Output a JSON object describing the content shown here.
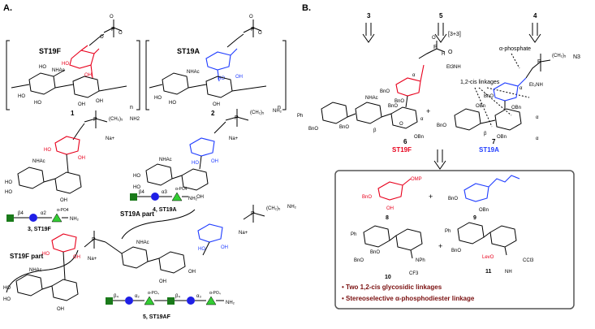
{
  "panel_a": {
    "label": "A.",
    "st19f": "ST19F",
    "st19a": "ST19A",
    "n": "n",
    "nhac": "NHAc",
    "ho": "HO",
    "oh": "OH",
    "cmpd1": "1",
    "cmpd2": "2",
    "cmpd3": "3, ST19F",
    "cmpd4": "4, ST19A",
    "cmpd5": "5, ST19AF",
    "na": "Na+",
    "nh2": "NH2",
    "st19a_part": "ST19A part",
    "st19f_part": "ST19F part",
    "beta4": "β4",
    "alpha2": "α2",
    "alpha3": "α3",
    "alpha_po4": "α-PO4"
  },
  "panel_b": {
    "label": "B.",
    "n3": "3",
    "n5": "5",
    "n4": "4",
    "plus33": "[3+3]",
    "alpha_phosphate": "α-phosphate",
    "cis_linkages": "1,2-cis linkages",
    "st19f": "ST19F",
    "st19a": "ST19A",
    "c6": "6",
    "c7": "7",
    "et3nh": "Et3NH",
    "n3group": "N3",
    "bno": "BnO",
    "obn": "OBn",
    "ph": "Ph",
    "nhac": "NHAc",
    "c8": "8",
    "c9": "9",
    "c10": "10",
    "c11": "11",
    "omp": "OMP",
    "levo": "LevO",
    "cf3": "CF3",
    "nph": "NPh",
    "ccl3": "CCl3",
    "nh": "NH",
    "bullet1": "• Two 1,2-cis glycosidic linkages",
    "bullet2": "• Stereoselective α-phosphodiester linkage"
  },
  "colors": {
    "st19f": "#e8001c",
    "st19a": "#1f3cff",
    "bullets": "#7a1010",
    "glcnac_square": "#1a7a1a",
    "glc_circle": "#1f1fe6",
    "rha_triangle": "#33cc33"
  }
}
